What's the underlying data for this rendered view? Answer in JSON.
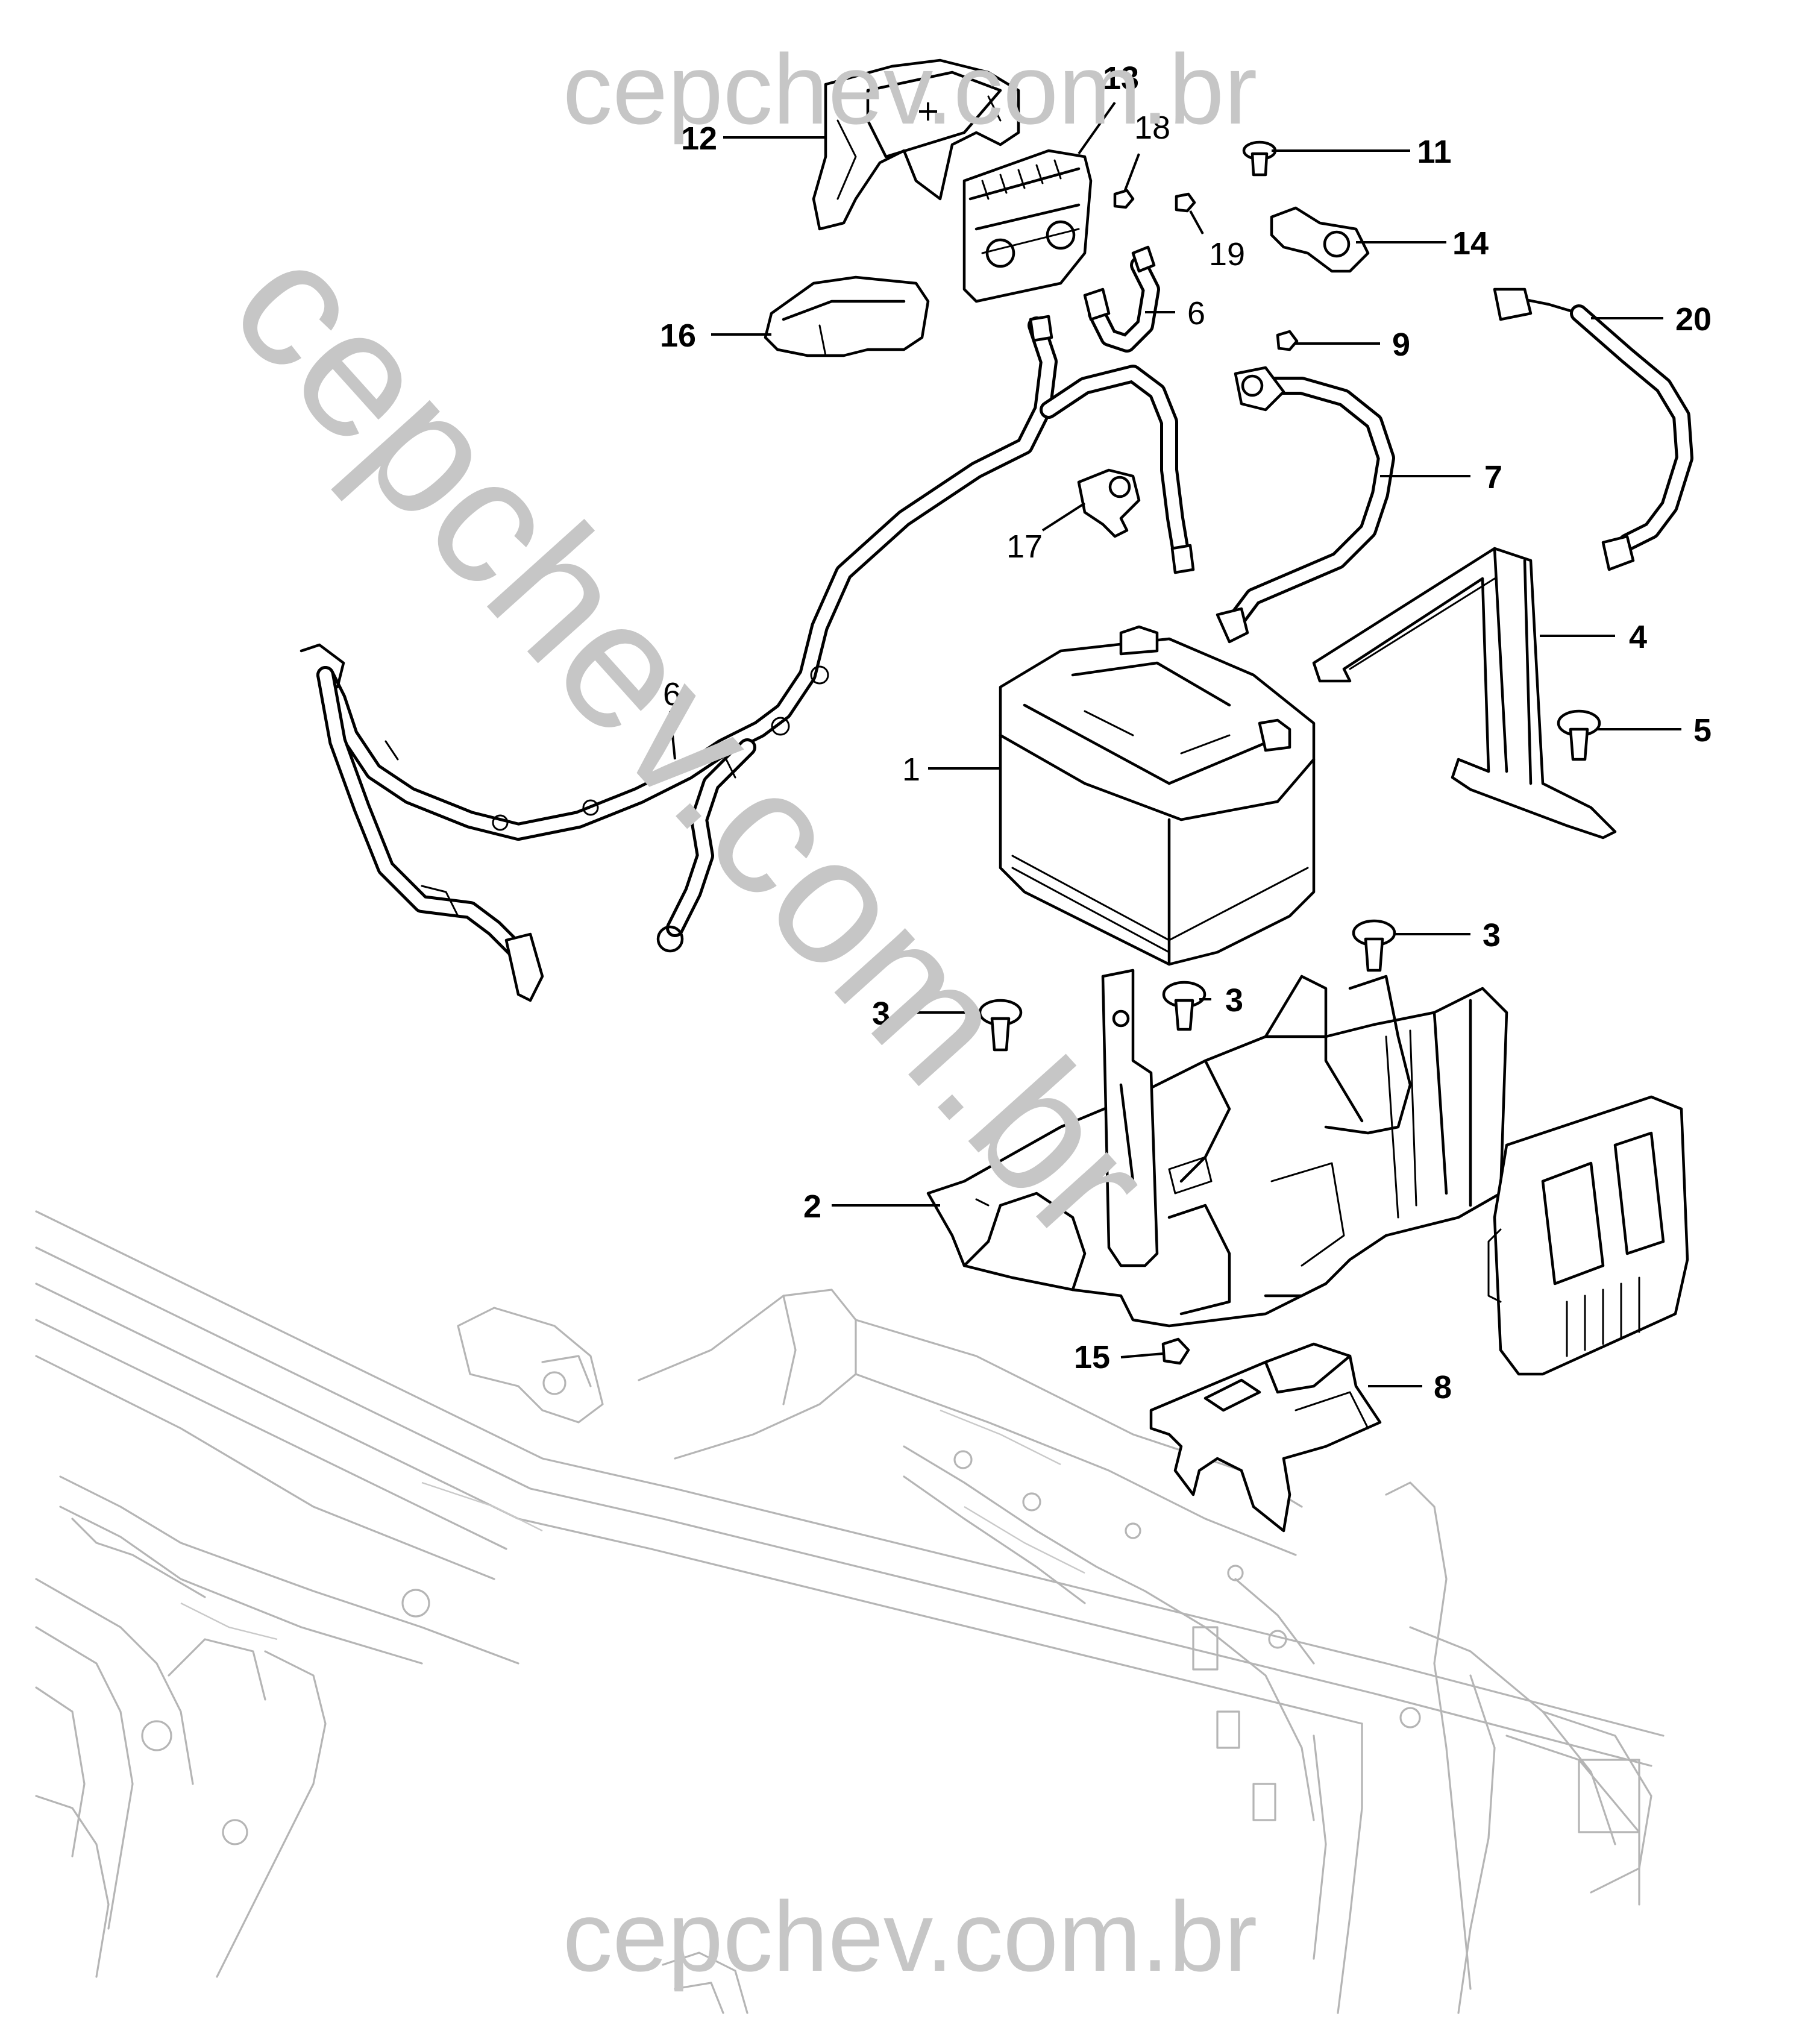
{
  "watermark": {
    "top": "cepchev.com.br",
    "diagonal": "cepchev.com.br",
    "bottom": "cepchev.com.br",
    "color": "#c6c6c6"
  },
  "callouts": [
    {
      "id": "c1",
      "label": "1",
      "bold": false
    },
    {
      "id": "c2",
      "label": "2",
      "bold": true
    },
    {
      "id": "c3a",
      "label": "3",
      "bold": true
    },
    {
      "id": "c3b",
      "label": "3",
      "bold": true
    },
    {
      "id": "c3c",
      "label": "3",
      "bold": true
    },
    {
      "id": "c4",
      "label": "4",
      "bold": true
    },
    {
      "id": "c5",
      "label": "5",
      "bold": true
    },
    {
      "id": "c6a",
      "label": "6",
      "bold": false
    },
    {
      "id": "c6b",
      "label": "6",
      "bold": false
    },
    {
      "id": "c7",
      "label": "7",
      "bold": true
    },
    {
      "id": "c8",
      "label": "8",
      "bold": true
    },
    {
      "id": "c9",
      "label": "9",
      "bold": true
    },
    {
      "id": "c11",
      "label": "11",
      "bold": true
    },
    {
      "id": "c12",
      "label": "12",
      "bold": true
    },
    {
      "id": "c13",
      "label": "13",
      "bold": true
    },
    {
      "id": "c14",
      "label": "14",
      "bold": true
    },
    {
      "id": "c15",
      "label": "15",
      "bold": true
    },
    {
      "id": "c16",
      "label": "16",
      "bold": true
    },
    {
      "id": "c17",
      "label": "17",
      "bold": false
    },
    {
      "id": "c18",
      "label": "18",
      "bold": false
    },
    {
      "id": "c19",
      "label": "19",
      "bold": false
    },
    {
      "id": "c20",
      "label": "20",
      "bold": true
    }
  ],
  "icons": {
    "plus_symbol": "+"
  }
}
